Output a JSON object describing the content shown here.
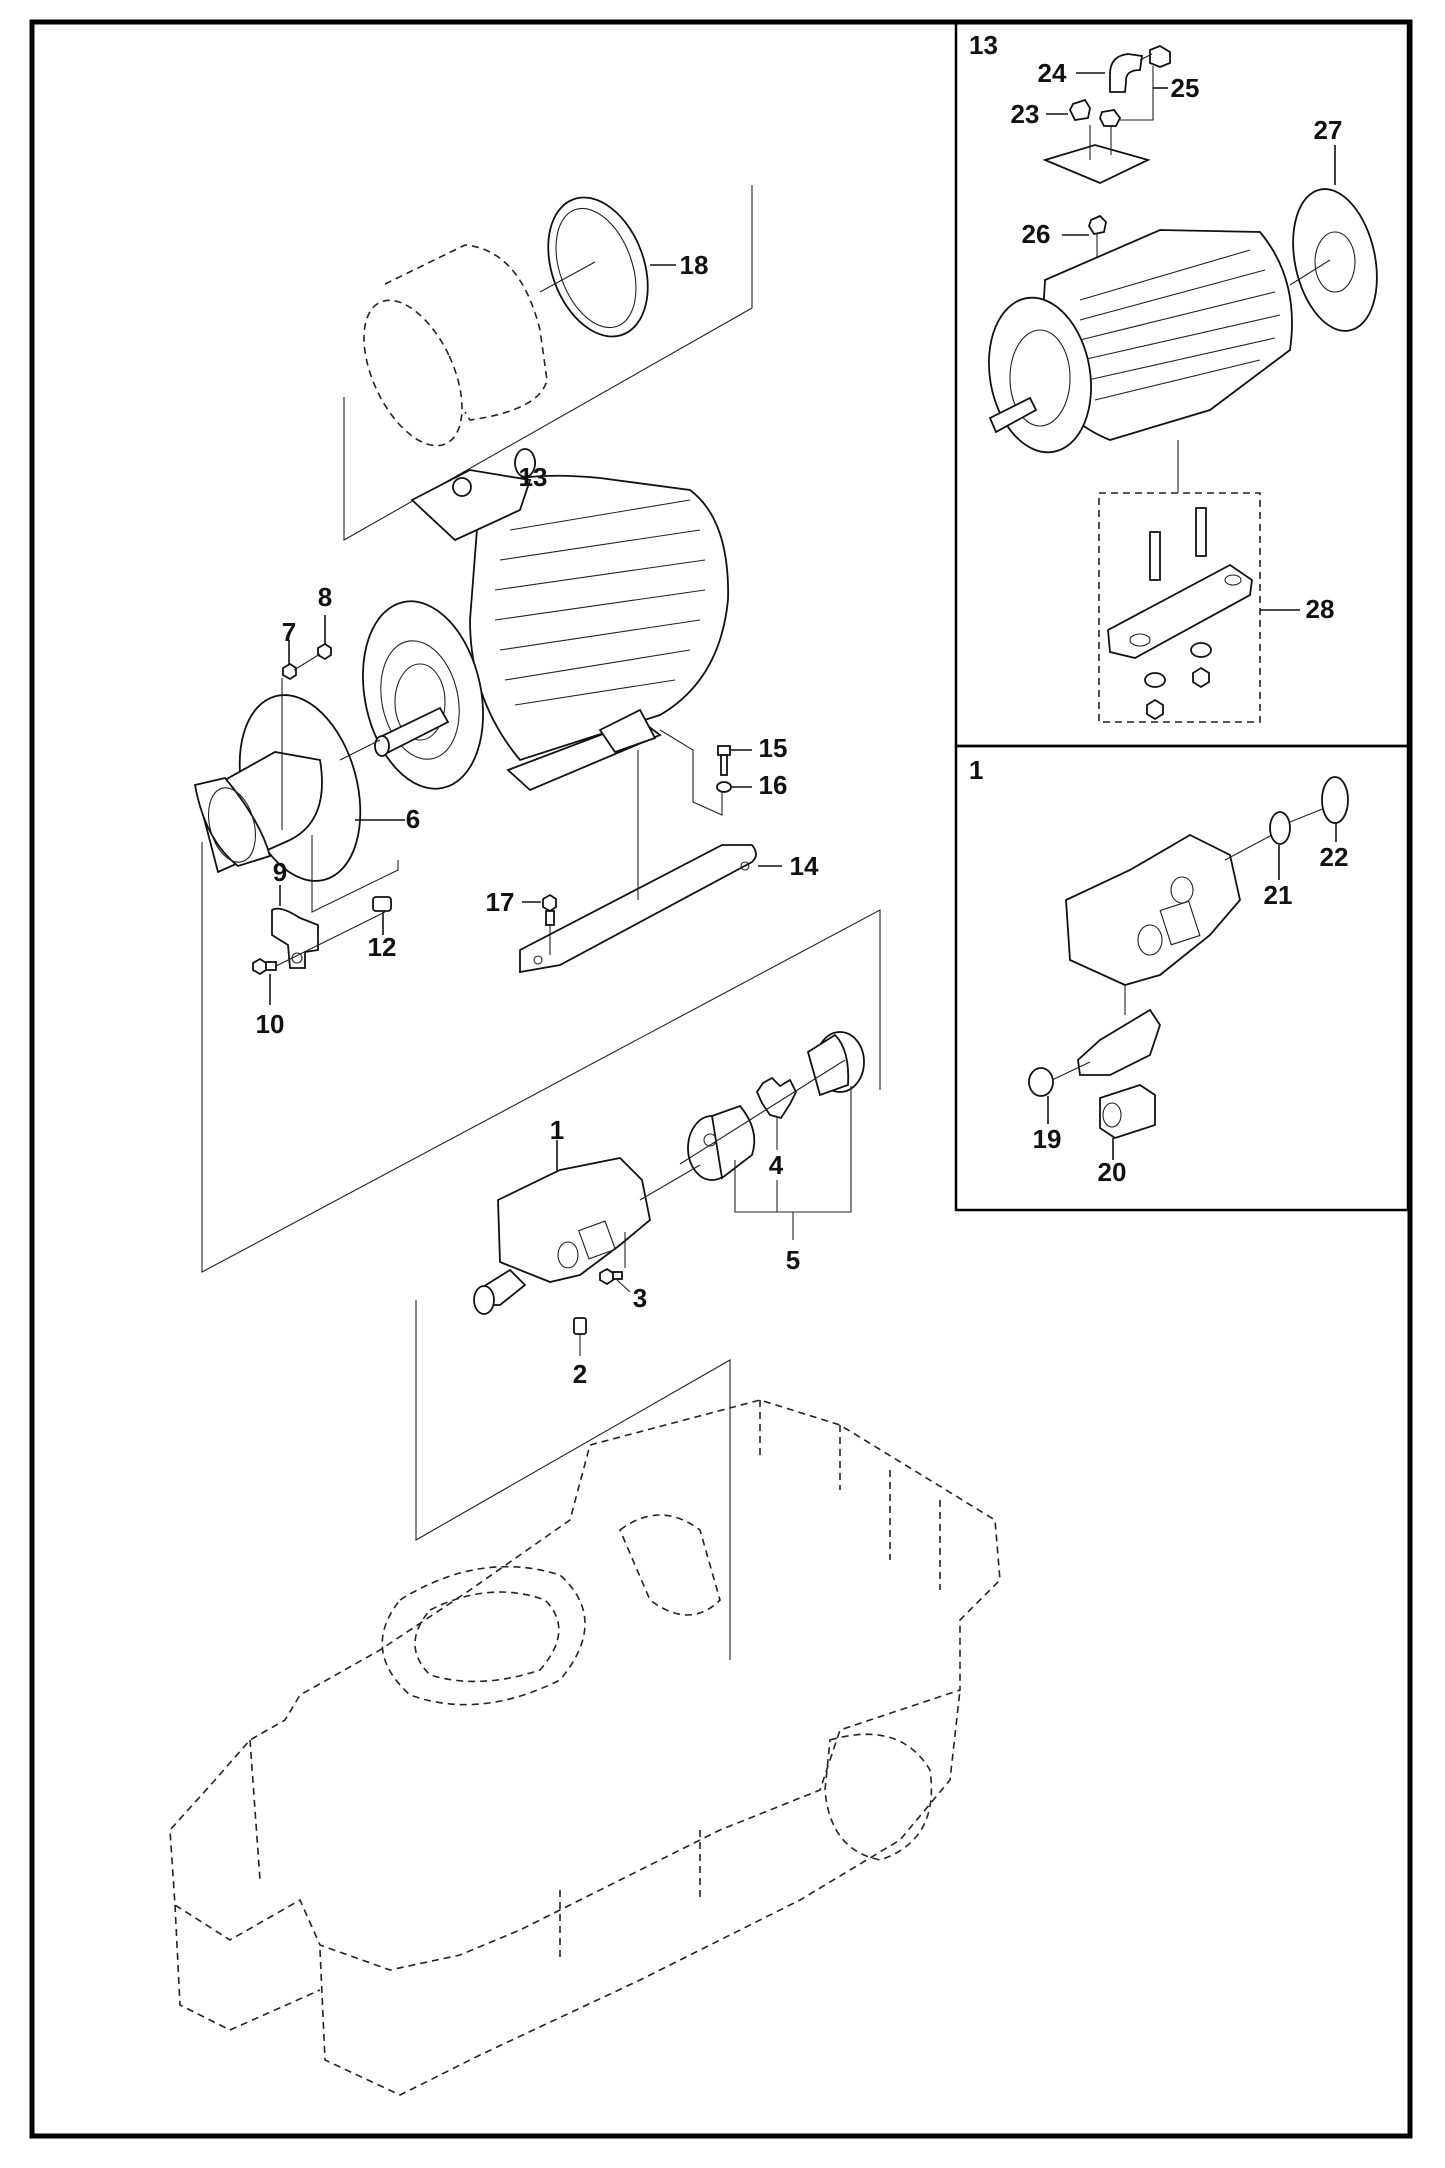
{
  "document": {
    "type": "exploded parts diagram",
    "subject": "Electric motor, hydraulic pump, coupling and chassis frame"
  },
  "main_view": {
    "callouts": [
      "1",
      "2",
      "3",
      "4",
      "5",
      "6",
      "7",
      "8",
      "9",
      "10",
      "12",
      "13",
      "14",
      "15",
      "16",
      "17",
      "18"
    ]
  },
  "insets": [
    {
      "title": "13",
      "description": "Electric motor detail",
      "callouts": [
        "23",
        "24",
        "25",
        "26",
        "27",
        "28"
      ]
    },
    {
      "title": "1",
      "description": "Hydraulic pump detail",
      "callouts": [
        "19",
        "20",
        "21",
        "22"
      ]
    }
  ],
  "labels": {
    "c1": "1",
    "c2": "2",
    "c3": "3",
    "c4": "4",
    "c5": "5",
    "c6": "6",
    "c7": "7",
    "c8": "8",
    "c9": "9",
    "c10": "10",
    "c12": "12",
    "c13": "13",
    "c14": "14",
    "c15": "15",
    "c16": "16",
    "c17": "17",
    "c18": "18",
    "c19": "19",
    "c20": "20",
    "c21": "21",
    "c22": "22",
    "c23": "23",
    "c24": "24",
    "c25": "25",
    "c26": "26",
    "c27": "27",
    "c28": "28",
    "inset_motor_title": "13",
    "inset_pump_title": "1"
  },
  "colors": {
    "line": "#111111",
    "background": "#ffffff"
  }
}
